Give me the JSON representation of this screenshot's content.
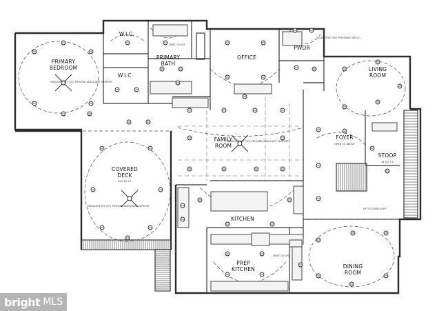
{
  "rooms": {
    "primary_bedroom_1": "PRIMARY",
    "primary_bedroom_2": "BEDROOM",
    "wic_1": "W.I.C.",
    "wic_2": "W.I.C.",
    "primary_bath_1": "PRIMARY",
    "primary_bath_2": "BATH",
    "office": "OFFICE",
    "pwdr": "PWDR",
    "living_1": "LIVING",
    "living_2": "ROOM",
    "family_1": "FAMILY",
    "family_2": "ROOM",
    "foyer": "FOYER",
    "stoop": "STOOP",
    "covered_deck_1": "COVERED",
    "covered_deck_2": "DECK",
    "kitchen": "KITCHEN",
    "prep_kitchen_1": "PREP",
    "prep_kitchen_2": "KITCHEN",
    "dining_1": "DINING",
    "dining_2": "ROOM"
  },
  "notes": {
    "elevator": "ELEVATOR (SEE PER MANF SPECS)",
    "fan_bedroom": "FAN/LIGHT KIT (TO) PROVIDE ADEQUATE SUPPORT",
    "fan_family": "FAN/LIGHT KIT (TO) PROVIDE ADEQUATE SUPPORT",
    "fan_deck": "FAN/LIGHT KIT (TO) PROVIDE ADEQUATE SUPPORT",
    "deck_area": "220 SQ. FT.",
    "stoop_area": "34 SQ. FT.",
    "foyer_open": "OPEN TO ABOVE",
    "vent_ext_1": "VENT TO EXT",
    "vent_ext_2": "VENT TO EXT",
    "up_stair": "UP TO STAIR LIGHT"
  },
  "watermark": {
    "brand": "bright",
    "suffix": "MLS"
  }
}
